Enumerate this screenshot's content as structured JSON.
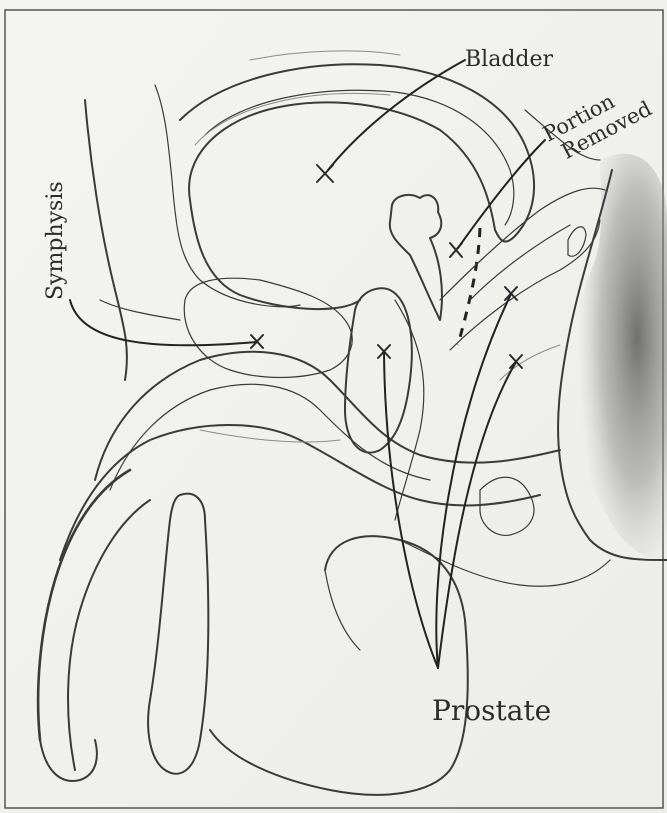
{
  "labels": {
    "bladder": "Bladder",
    "portion": "Portion",
    "removed": "Removed",
    "symphysis": "Symphysis",
    "prostate": "Prostate"
  },
  "colors": {
    "paper": "#f7f7f5",
    "ink": "#2c2c2c",
    "shadow": "#6b6b6b"
  }
}
